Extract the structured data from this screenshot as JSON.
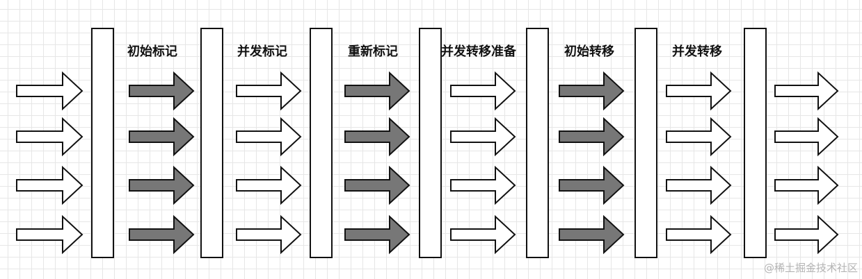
{
  "phases": [
    {
      "label": "初始标记",
      "arrow_style": "filled"
    },
    {
      "label": "并发标记",
      "arrow_style": "hollow"
    },
    {
      "label": "重新标记",
      "arrow_style": "filled"
    },
    {
      "label": "并发转移准备",
      "arrow_style": "hollow"
    },
    {
      "label": "初始转移",
      "arrow_style": "filled"
    },
    {
      "label": "并发转移",
      "arrow_style": "hollow"
    }
  ],
  "arrows_per_column": 4,
  "colors": {
    "filled_arrow": "#777777",
    "hollow_arrow": "#ffffff",
    "stroke": "#111111",
    "grid": "#e6e6e6"
  },
  "watermark": "@稀土掘金技术社区"
}
